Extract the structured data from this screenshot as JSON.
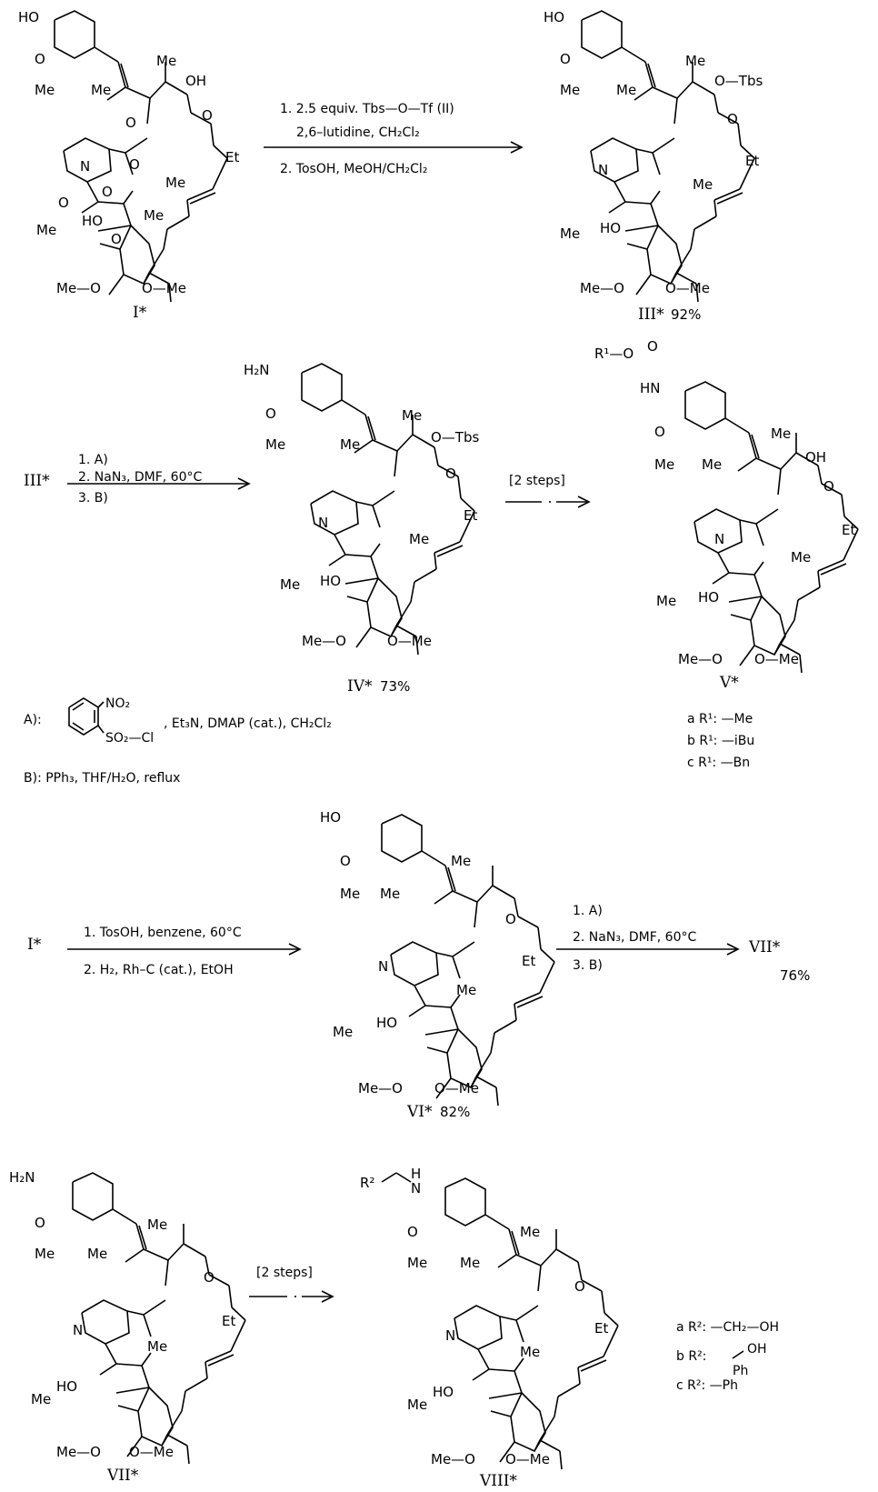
{
  "compounds": {
    "I": "I*",
    "III": "III*",
    "III_yield": "92%",
    "III_ref": "III*",
    "IV": "IV*",
    "IV_yield": "73%",
    "V": "V*",
    "I_ref": "I*",
    "VI": "VI*",
    "VI_yield": "82%",
    "VII_prod": "VII*",
    "VII_yield": "76%",
    "VII": "VII*",
    "VIII": "VIII*"
  },
  "step1": {
    "line1": "1. 2.5 equiv. Tbs—O—Tf   (II)",
    "line2": "2,6–lutidine,  CH₂Cl₂",
    "line3": "2. TosOH,  MeOH/CH₂Cl₂"
  },
  "step2": {
    "line1": "1. A)",
    "line2": "2. NaN₃,  DMF,   60°C",
    "line3": "3. B)"
  },
  "step3": {
    "label": "[2 steps]"
  },
  "step4": {
    "line1": "1. TosOH,  benzene,  60°C",
    "line2": "2. H₂,  Rh–C (cat.),  EtOH"
  },
  "step5": {
    "line1": "1. A)",
    "line2": "2. NaN₃,  DMF,   60°C",
    "line3": "3. B)"
  },
  "step6": {
    "label": "[2 steps]"
  },
  "reagents": {
    "A_prefix": "A):",
    "A_no2": "NO₂",
    "A_so2cl": "SO₂—Cl",
    "A_rest": ",  Et₃N,  DMAP (cat.),  CH₂Cl₂",
    "B": "B):  PPh₃, THF/H₂O,   reflux"
  },
  "V_variants": [
    "a  R¹: —Me",
    "b  R¹: —iBu",
    "c  R¹: —Bn"
  ],
  "VIII_variants": [
    "a  R²: —CH₂—OH",
    "b  R²:",
    "c  R²: —Ph"
  ],
  "VIII_b_oh": "OH",
  "VIII_b_ph": "Ph",
  "labels": {
    "HO": "HO",
    "OH": "OH",
    "OMe": "O",
    "Me": "Me",
    "O": "O",
    "N": "N",
    "Et": "Et",
    "OTbs": "O—Tbs",
    "MeO": "Me—O",
    "OMe2": "O—Me",
    "H2N": "H₂N",
    "HN": "HN",
    "R1O": "R¹—O",
    "R2": "R²",
    "NH": "N",
    "H": "H"
  }
}
